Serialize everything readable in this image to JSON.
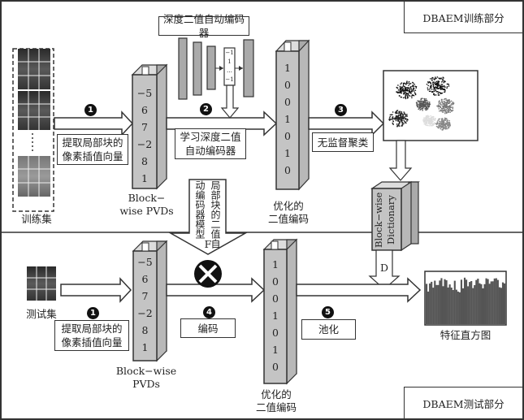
{
  "sections": {
    "train_title": "DBAEM训练部分",
    "test_title": "DBAEM测试部分"
  },
  "train": {
    "dataset_label": "训练集",
    "step1": {
      "badge": "1",
      "label": "提取局部块的\n像素插值向量"
    },
    "pvd_label": "Block−\nwise PVDs",
    "pvd_values": [
      "−5",
      "6",
      "7",
      "−2",
      "8",
      "1"
    ],
    "encoder_title": "深度二值自动编码器",
    "encoder_code_values": [
      "−1",
      "1",
      "…",
      "−1"
    ],
    "step2": {
      "badge": "2",
      "label": "学习深度二值\n自动编码器"
    },
    "code_values": [
      "1",
      "0",
      "0",
      "1",
      "0",
      "1",
      "0"
    ],
    "code_label": "优化的\n二值编码",
    "step3": {
      "badge": "3",
      "label": "无监督聚类"
    },
    "dictionary_label": "Block−wise\nDictionary",
    "model_arrow_label": "局部块的二值自\n动编码器模型",
    "model_arrow_letter": "F",
    "dict_arrow_letter": "D"
  },
  "test": {
    "dataset_label": "测试集",
    "step1": {
      "badge": "1",
      "label": "提取局部块的\n像素插值向量"
    },
    "pvd_label": "Block−wise\nPVDs",
    "pvd_values": [
      "−5",
      "6",
      "7",
      "−2",
      "8",
      "1"
    ],
    "step4": {
      "badge": "4",
      "label": "编码"
    },
    "code_values": [
      "1",
      "0",
      "0",
      "1",
      "0",
      "1",
      "0"
    ],
    "code_label": "优化的\n二值编码",
    "step5": {
      "badge": "5",
      "label": "池化"
    },
    "histogram_label": "特征直方图",
    "multiply_icon": "circled-x"
  },
  "colors": {
    "column_fill": "#c4c4c4",
    "dark": "#111111",
    "histogram_bars": "#555555"
  }
}
